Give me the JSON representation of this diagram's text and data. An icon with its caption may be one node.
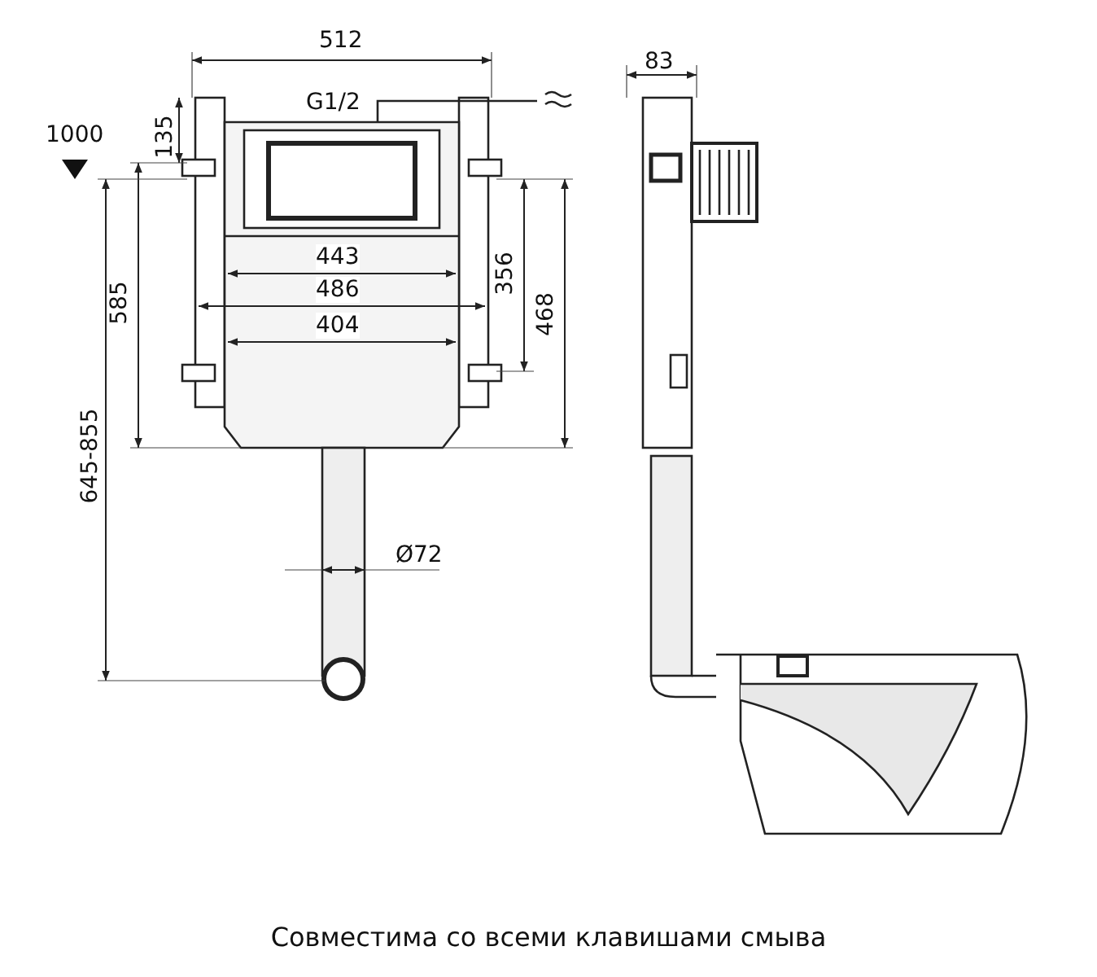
{
  "diagram": {
    "caption": "Совместима со всеми клавишами смыва",
    "labels": [
      "512",
      "83",
      "G1/2",
      "1000",
      "135",
      "585",
      "443",
      "486",
      "404",
      "356",
      "468",
      "645-855",
      "Ø72"
    ]
  }
}
